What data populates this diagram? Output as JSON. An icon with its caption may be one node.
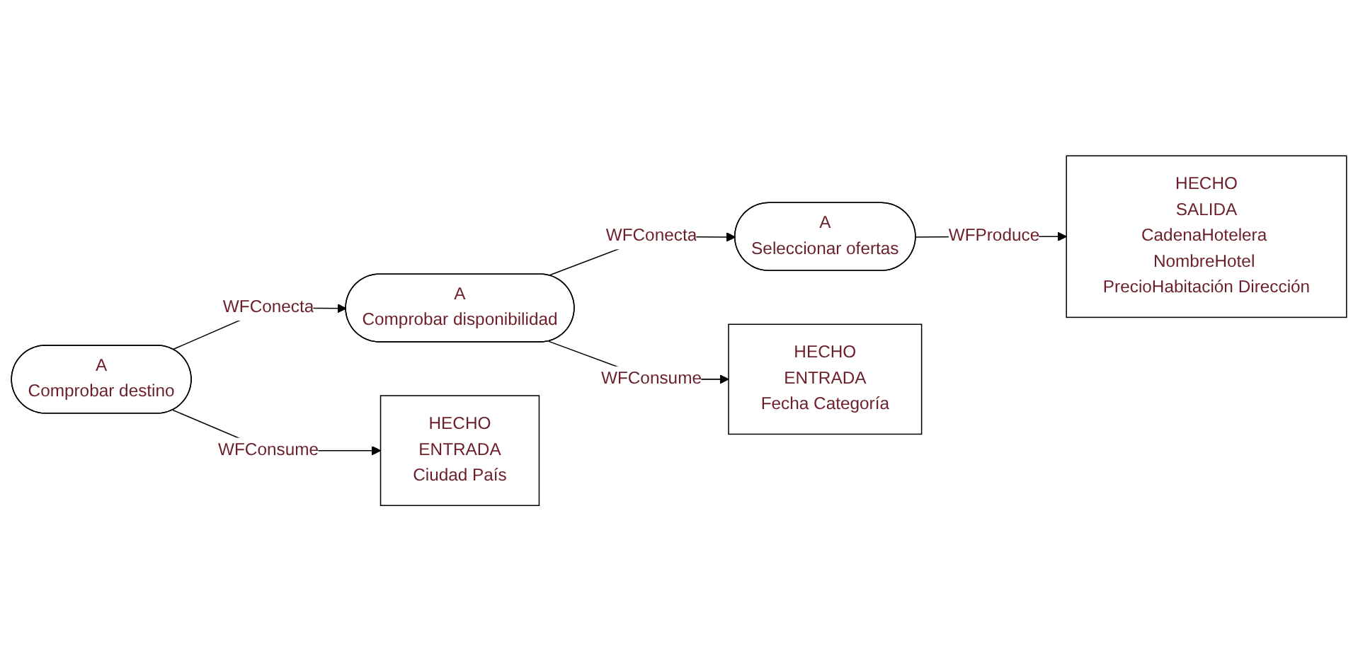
{
  "diagram": {
    "nodes": [
      {
        "text": [
          "A",
          "Comprobar destino"
        ]
      },
      {
        "text": [
          "A",
          "Comprobar disponibilidad"
        ]
      },
      {
        "text": [
          "A",
          "Seleccionar ofertas"
        ]
      },
      {
        "text": [
          "HECHO",
          "ENTRADA",
          "Ciudad País"
        ]
      },
      {
        "text": [
          "HECHO",
          "ENTRADA",
          "Fecha Categoría"
        ]
      },
      {
        "text": [
          "HECHO",
          "SALIDA",
          "CadenaHotelera NombreHotel PrecioHabitación Dirección"
        ]
      }
    ],
    "edges": [
      {
        "from": 0,
        "to": 1,
        "arrow": "to",
        "label": "WFConecta"
      },
      {
        "from": 1,
        "to": 2,
        "arrow": "to",
        "label": "WFConecta"
      },
      {
        "from": 0,
        "to": 3,
        "arrow": "to",
        "label": "WFConsume"
      },
      {
        "from": 1,
        "to": 4,
        "arrow": "to",
        "label": "WFConsume"
      },
      {
        "from": 2,
        "to": 5,
        "arrow": "to",
        "label": "WFProduce"
      }
    ]
  }
}
